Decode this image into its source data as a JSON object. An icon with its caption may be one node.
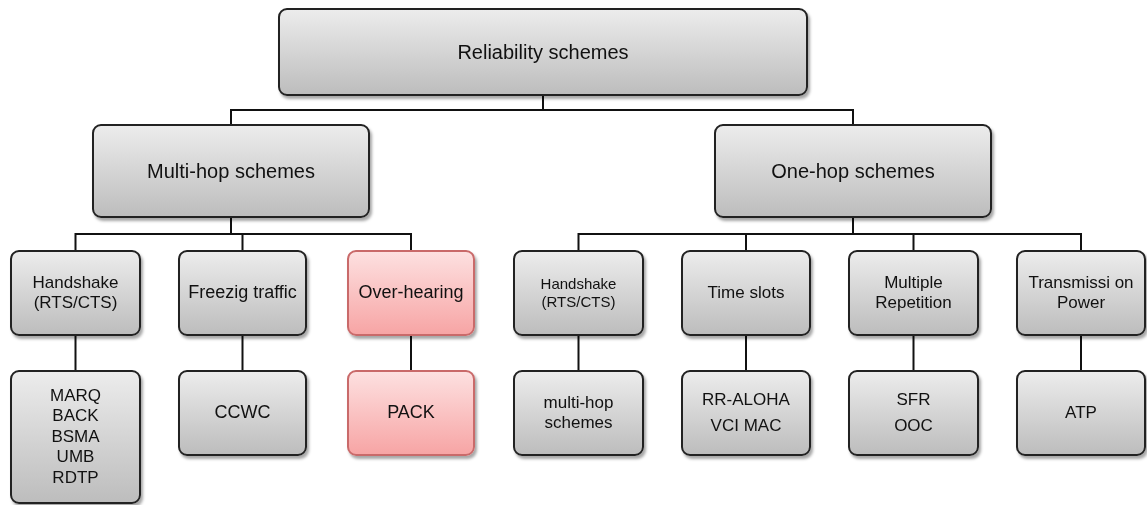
{
  "diagram": {
    "nodes": [
      {
        "text": [
          "Reliability schemes"
        ]
      },
      {
        "text": [
          "Multi-hop schemes"
        ]
      },
      {
        "text": [
          "One-hop schemes"
        ]
      },
      {
        "text": [
          "Handshake (RTS/CTS)"
        ]
      },
      {
        "text": [
          "Freezig traffic"
        ]
      },
      {
        "text": [
          "Over-hearing"
        ]
      },
      {
        "text": [
          "MARQ",
          "BACK",
          "BSMA",
          "UMB",
          "RDTP"
        ]
      },
      {
        "text": [
          "CCWC"
        ]
      },
      {
        "text": [
          "PACK"
        ]
      },
      {
        "text": [
          "Handshake (RTS/CTS)"
        ]
      },
      {
        "text": [
          "Time slots"
        ]
      },
      {
        "text": [
          "Multiple Repetition"
        ]
      },
      {
        "text": [
          "Transmissi on Power"
        ]
      },
      {
        "text": [
          "multi-hop schemes"
        ]
      },
      {
        "text": [
          "RR-ALOHA",
          "VCI MAC"
        ]
      },
      {
        "text": [
          "SFR",
          "OOC"
        ]
      },
      {
        "text": [
          "ATP"
        ]
      }
    ],
    "edges": [
      {
        "from": 0,
        "to": 1,
        "arrow": "none"
      },
      {
        "from": 0,
        "to": 2,
        "arrow": "none"
      },
      {
        "from": 1,
        "to": 3,
        "arrow": "none"
      },
      {
        "from": 1,
        "to": 4,
        "arrow": "none"
      },
      {
        "from": 1,
        "to": 5,
        "arrow": "none"
      },
      {
        "from": 2,
        "to": 9,
        "arrow": "none"
      },
      {
        "from": 2,
        "to": 10,
        "arrow": "none"
      },
      {
        "from": 2,
        "to": 11,
        "arrow": "none"
      },
      {
        "from": 2,
        "to": 12,
        "arrow": "none"
      },
      {
        "from": 3,
        "to": 6,
        "arrow": "none"
      },
      {
        "from": 4,
        "to": 7,
        "arrow": "none"
      },
      {
        "from": 5,
        "to": 8,
        "arrow": "none"
      },
      {
        "from": 9,
        "to": 13,
        "arrow": "none"
      },
      {
        "from": 10,
        "to": 14,
        "arrow": "none"
      },
      {
        "from": 11,
        "to": 15,
        "arrow": "none"
      },
      {
        "from": 12,
        "to": 16,
        "arrow": "none"
      }
    ]
  }
}
